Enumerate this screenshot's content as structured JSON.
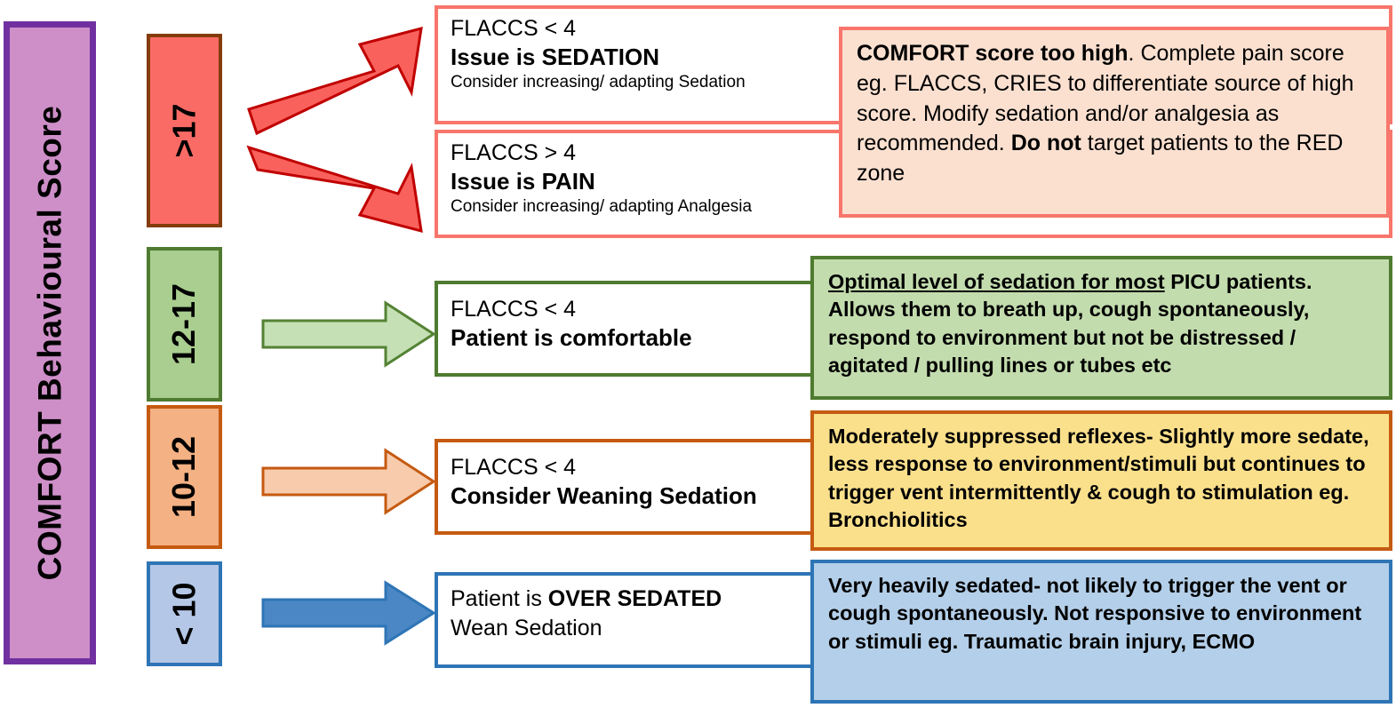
{
  "banner": {
    "title": "COMFORT  Behavioural  Score",
    "fill_color": "#CE8FC8",
    "border_color": "#7030A0"
  },
  "zones": [
    {
      "id": "red",
      "score_label": ">17",
      "chip_fill": "#FA6B66",
      "chip_border": "#843C0C",
      "arrow_fill": "#F9615C",
      "arrow_border": "#C00000",
      "actions": [
        {
          "flaccs": "FLACCS < 4",
          "headline": "Issue is SEDATION",
          "detail": "Consider increasing/ adapting Sedation"
        },
        {
          "flaccs": "FLACCS > 4",
          "headline": "Issue is PAIN",
          "detail": "Consider increasing/ adapting Analgesia"
        }
      ],
      "description_html": "<b>COMFORT score too high</b>. Complete pain score eg. FLACCS, CRIES to differentiate source of high score. Modify sedation and/or analgesia as recommended. <b>Do not</b> target patients to the RED zone",
      "description_plain": "COMFORT score too high. Complete pain score eg. FLACCS, CRIES to differentiate source of high score. Modify sedation and/or analgesia as recommended. Do not target patients to the RED zone",
      "desc_fill": "#FBE0D0",
      "desc_border": "#F8766B"
    },
    {
      "id": "green",
      "score_label": "12-17",
      "chip_fill": "#A9CE8F",
      "chip_border": "#4E7B30",
      "arrow_fill": "#C5E0B4",
      "arrow_border": "#548235",
      "actions": [
        {
          "flaccs": "FLACCS < 4",
          "headline": "Patient is comfortable",
          "detail": ""
        }
      ],
      "description_html": "<u>Optimal level of sedation for most</u> PICU patients. Allows them to breath up, cough spontaneously, respond to environment but not be distressed / agitated / pulling lines or tubes etc",
      "description_plain": "Optimal level of sedation for most PICU patients. Allows them to breath up, cough spontaneously, respond to environment but not be distressed / agitated / pulling lines or tubes etc",
      "desc_fill": "#C3DCAE",
      "desc_border": "#4E7B30"
    },
    {
      "id": "orange",
      "score_label": "10-12",
      "chip_fill": "#F4B183",
      "chip_border": "#C55A11",
      "arrow_fill": "#F8CBAD",
      "arrow_border": "#C55A11",
      "actions": [
        {
          "flaccs": "FLACCS < 4",
          "headline": "Consider Weaning Sedation",
          "detail": ""
        }
      ],
      "description_html": "Moderately suppressed reflexes- Slightly more sedate, less response to environment/stimuli but continues to trigger vent intermittently &amp; cough to stimulation eg. Bronchiolitics",
      "description_plain": "Moderately suppressed reflexes- Slightly more sedate, less response to environment/stimuli but continues to trigger vent intermittently & cough to stimulation eg. Bronchiolitics",
      "desc_fill": "#FBE08C",
      "desc_border": "#C55A11"
    },
    {
      "id": "blue",
      "score_label": "< 10",
      "chip_fill": "#B4C7E7",
      "chip_border": "#2E75B6",
      "arrow_fill": "#4A87C4",
      "arrow_border": "#2E75B6",
      "actions": [
        {
          "flaccs": "",
          "headline": "",
          "detail": ""
        }
      ],
      "over_sedated_line_prefix": "Patient is ",
      "over_sedated_line_bold": "OVER SEDATED",
      "wean_line": "Wean Sedation",
      "description_html": "Very heavily sedated- not likely to trigger the vent or cough spontaneously. Not responsive to environment or stimuli eg. Traumatic brain injury, ECMO",
      "description_plain": "Very heavily sedated- not likely to trigger the vent or cough spontaneously. Not responsive to environment or stimuli eg. Traumatic brain injury, ECMO",
      "desc_fill": "#B4CFE9",
      "desc_border": "#2E75B6"
    }
  ]
}
